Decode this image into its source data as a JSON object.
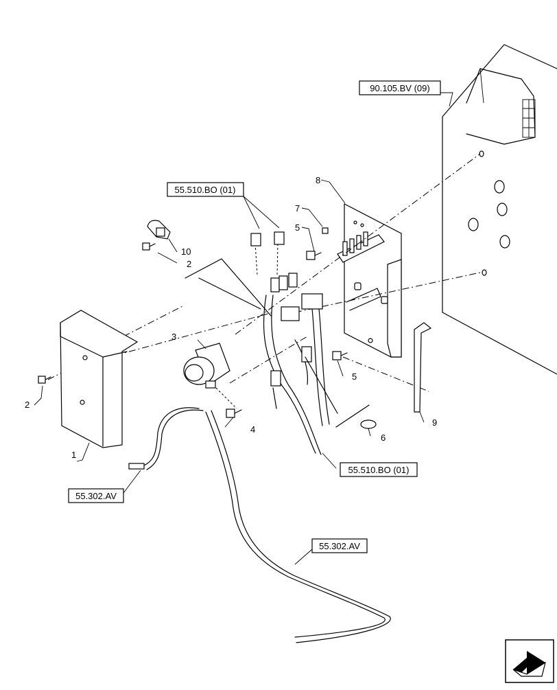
{
  "references": {
    "ref_top_right": "90.105.BV (09)",
    "ref_relays": "55.510.BO (01)",
    "ref_harness": "55.510.BO (01)",
    "ref_cable_left": "55.302.AV",
    "ref_cable_bottom": "55.302.AV"
  },
  "callouts": {
    "n1": "1",
    "n2a": "2",
    "n2b": "2",
    "n3": "3",
    "n4": "4",
    "n5a": "5",
    "n5b": "5",
    "n6": "6",
    "n7": "7",
    "n8": "8",
    "n9": "9",
    "n10": "10"
  },
  "icons": {
    "nav": "next-page-arrow-icon"
  }
}
